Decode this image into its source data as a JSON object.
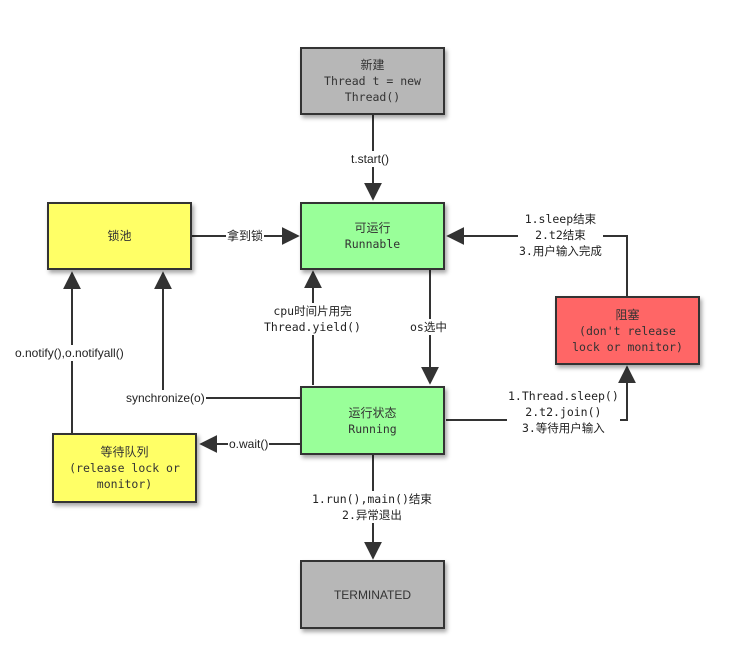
{
  "colors": {
    "gray": "#b7b7b7",
    "yellow": "#ffff66",
    "green": "#99ff99",
    "red": "#ff6666",
    "stroke": "#333333"
  },
  "nodes": {
    "new": {
      "title": "新建",
      "sub": "Thread t = new\nThread()"
    },
    "runnable": {
      "title": "可运行",
      "sub": "Runnable"
    },
    "lock_pool": {
      "title": "锁池"
    },
    "blocked": {
      "title": "阻塞",
      "sub": "(don't release\nlock or monitor)"
    },
    "running": {
      "title": "运行状态",
      "sub": "Running"
    },
    "wait_queue": {
      "title": "等待队列",
      "sub": "(release lock or\nmonitor)"
    },
    "terminated": {
      "title": "TERMINATED"
    }
  },
  "edges": {
    "t_start": "t.start()",
    "get_lock": "拿到锁",
    "blocked_end": "1.sleep结束\n2.t2结束\n3.用户输入完成",
    "yield": "cpu时间片用完\nThread.yield()",
    "os_select": "os选中",
    "notify": "o.notify(),o.notifyall()",
    "synchronize": "synchronize(o)",
    "o_wait": "o.wait()",
    "to_blocked": "1.Thread.sleep()\n2.t2.join()\n3.等待用户输入",
    "terminate": "1.run(),main()结束\n2.异常退出"
  }
}
